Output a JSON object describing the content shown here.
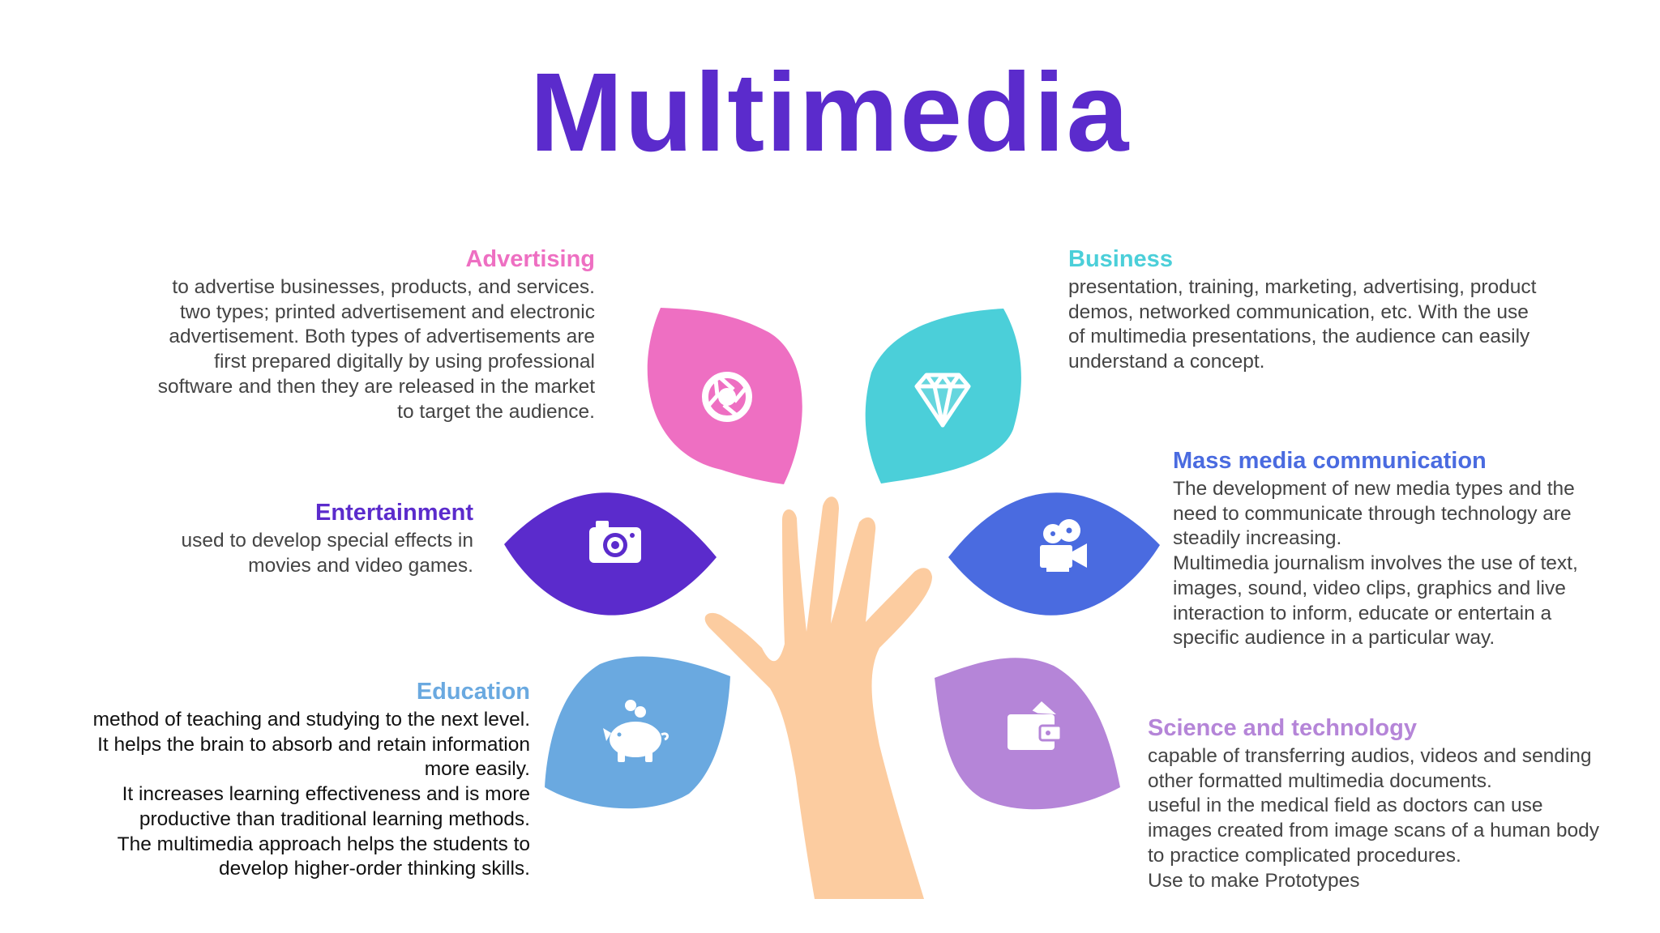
{
  "title": "Multimedia",
  "colors": {
    "title": "#5b2bcc",
    "advertising": "#ee6fc2",
    "business": "#4bcfd9",
    "entertainment": "#5b2bcc",
    "mass_media": "#4a6be0",
    "education": "#6aa9e0",
    "science": "#b585d8",
    "hand": "#fccca0",
    "body_text": "#444444",
    "education_text": "#111111"
  },
  "sections": {
    "advertising": {
      "heading": "Advertising",
      "icon": "aperture-icon",
      "lines": [
        "to advertise businesses, products, and services.",
        "two types; printed advertisement and electronic",
        "advertisement. Both types of advertisements are",
        "first prepared digitally by using professional",
        "software and then they are released in the market",
        "to target the audience."
      ]
    },
    "business": {
      "heading": "Business",
      "icon": "diamond-icon",
      "lines": [
        "presentation, training, marketing, advertising, product",
        "demos, networked communication, etc. With the use",
        "of multimedia presentations, the audience can easily",
        "understand a concept."
      ]
    },
    "entertainment": {
      "heading": "Entertainment",
      "icon": "camera-icon",
      "lines": [
        "used to develop special effects in",
        "movies and video games."
      ]
    },
    "mass_media": {
      "heading": "Mass media communication",
      "icon": "film-projector-icon",
      "lines": [
        "The development of new media types and the",
        "need to communicate through technology are",
        "steadily increasing.",
        "Multimedia journalism involves the use of text,",
        "images, sound, video clips, graphics and live",
        "interaction to inform, educate or entertain a",
        "specific audience in a particular way."
      ]
    },
    "education": {
      "heading": "Education",
      "icon": "piggy-bank-icon",
      "lines": [
        "method of teaching and studying to the next level.",
        "It helps the brain to absorb and retain information",
        "more easily.",
        "It increases learning effectiveness and is more",
        "productive than traditional learning methods.",
        "The multimedia approach helps the students to",
        "develop higher-order thinking skills."
      ]
    },
    "science": {
      "heading": "Science and technology",
      "icon": "wallet-icon",
      "lines": [
        "capable of transferring audios, videos and sending",
        "other formatted multimedia documents.",
        "useful in the medical field as doctors can use",
        "images created from image scans of a human body",
        "to practice complicated procedures.",
        "Use to make Prototypes"
      ]
    }
  }
}
